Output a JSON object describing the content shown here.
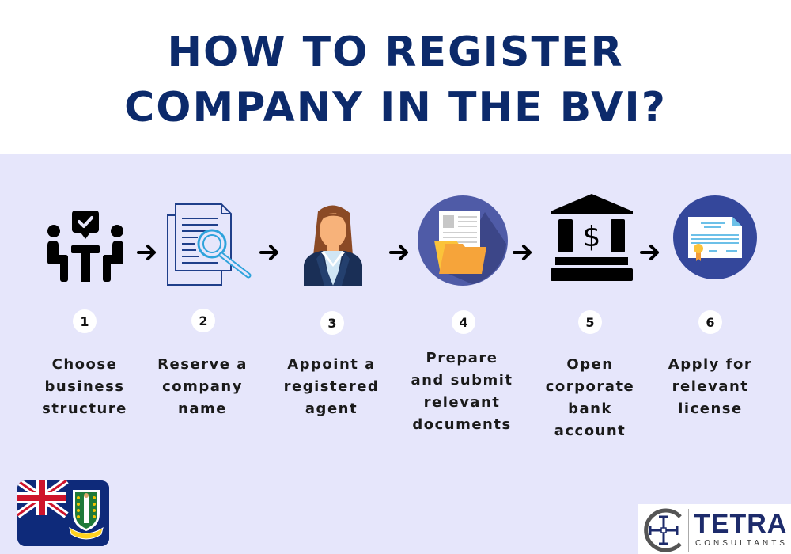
{
  "header": {
    "title_line1": "HOW TO REGISTER",
    "title_line2": "COMPANY IN THE BVI?",
    "title_color": "#0c2a6b"
  },
  "background": {
    "band_color": "#e6e6fb"
  },
  "steps": [
    {
      "number": "1",
      "icon": "meeting-people-icon",
      "lines": [
        "Choose",
        "business",
        "structure"
      ]
    },
    {
      "number": "2",
      "icon": "document-search-icon",
      "lines": [
        "Reserve a",
        "company",
        "name"
      ]
    },
    {
      "number": "3",
      "icon": "businesswoman-agent-icon",
      "lines": [
        "Appoint a",
        "registered",
        "agent"
      ]
    },
    {
      "number": "4",
      "icon": "folder-documents-icon",
      "lines": [
        "Prepare",
        "and submit",
        "relevant",
        "documents"
      ]
    },
    {
      "number": "5",
      "icon": "bank-dollar-icon",
      "lines": [
        "Open",
        "corporate",
        "bank",
        "account"
      ]
    },
    {
      "number": "6",
      "icon": "certificate-license-icon",
      "lines": [
        "Apply for",
        "relevant",
        "license"
      ]
    }
  ],
  "footer": {
    "flag": "british-virgin-islands-flag",
    "logo": {
      "name": "TETRA",
      "subtitle": "CONSULTANTS"
    }
  }
}
